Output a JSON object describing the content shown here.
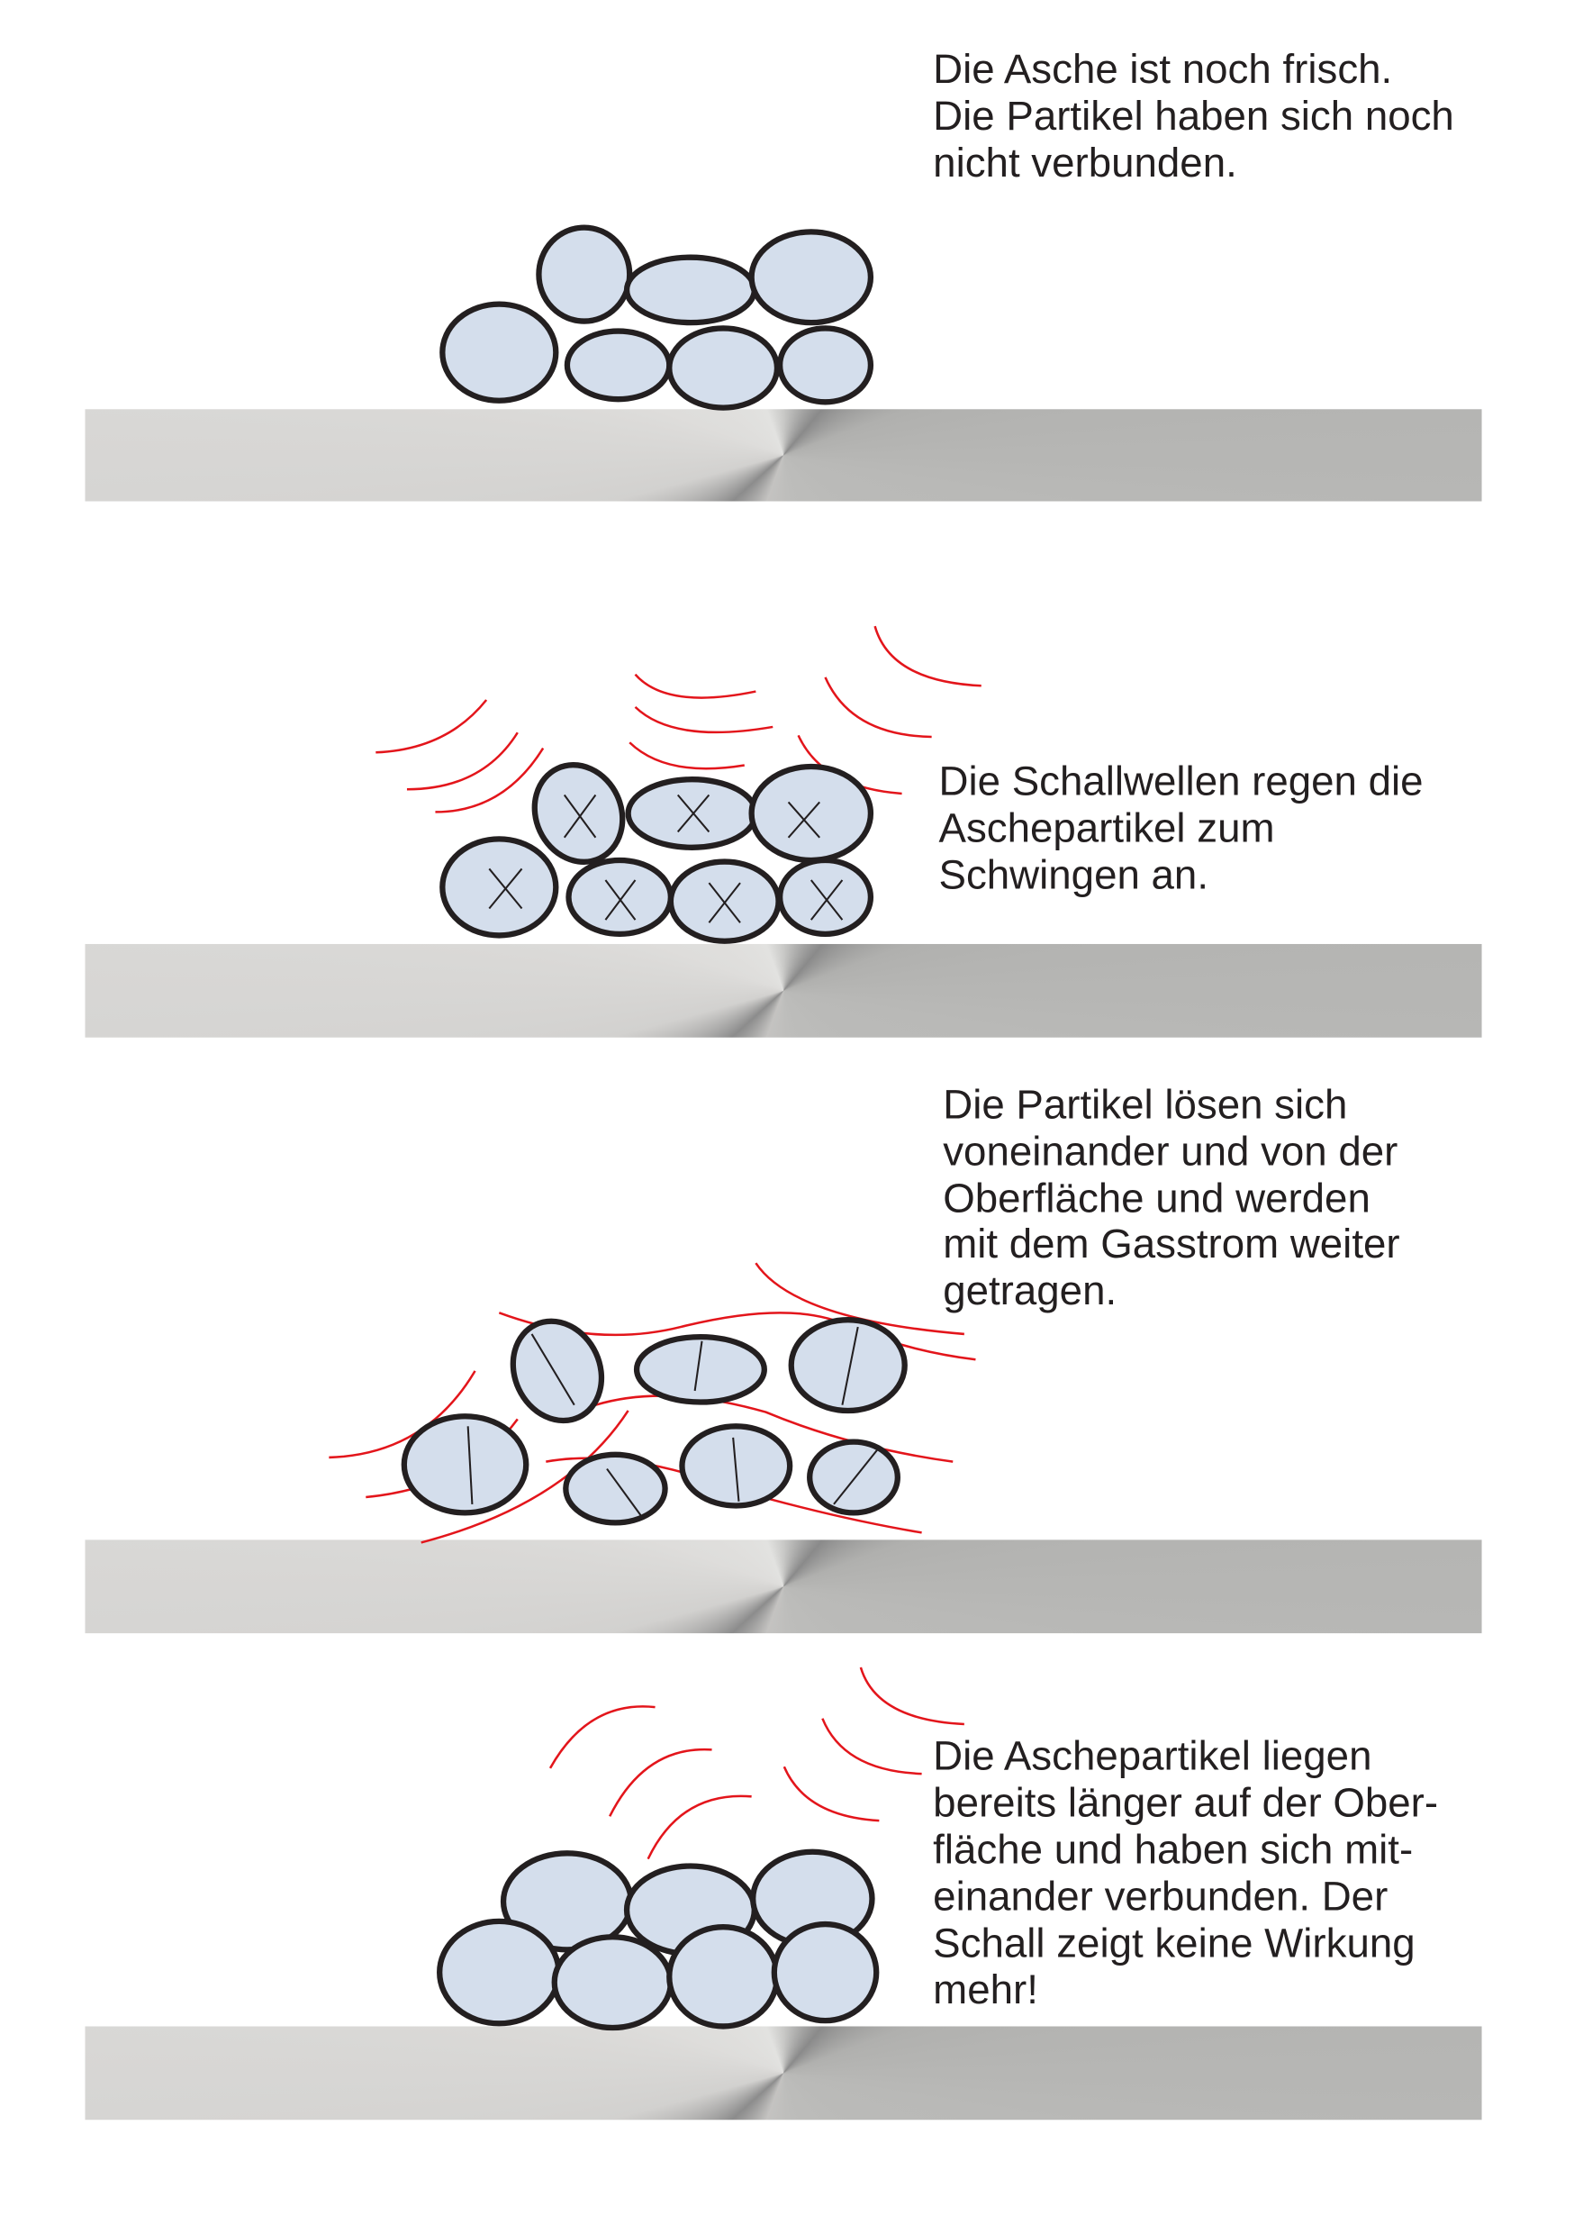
{
  "panels": [
    {
      "lines": [
        "Die Asche ist noch frisch.",
        "Die Partikel haben sich noch",
        "nicht verbunden."
      ]
    },
    {
      "lines": [
        "Die Schallwellen regen die",
        "Aschepartikel zum",
        "Schwingen an."
      ]
    },
    {
      "lines": [
        "Die Partikel lösen sich",
        "voneinander und von der",
        "Oberfläche und werden",
        "mit dem Gasstrom weiter",
        "getragen."
      ]
    },
    {
      "lines": [
        "Die Aschepartikel liegen",
        "bereits länger auf der Ober-",
        "fläche und haben sich mit-",
        "einander verbunden. Der",
        "Schall zeigt keine Wirkung",
        "mehr!"
      ]
    }
  ],
  "colors": {
    "particle": "#d4deec",
    "outline": "#231f20",
    "sound_wave": "#e3151b"
  }
}
